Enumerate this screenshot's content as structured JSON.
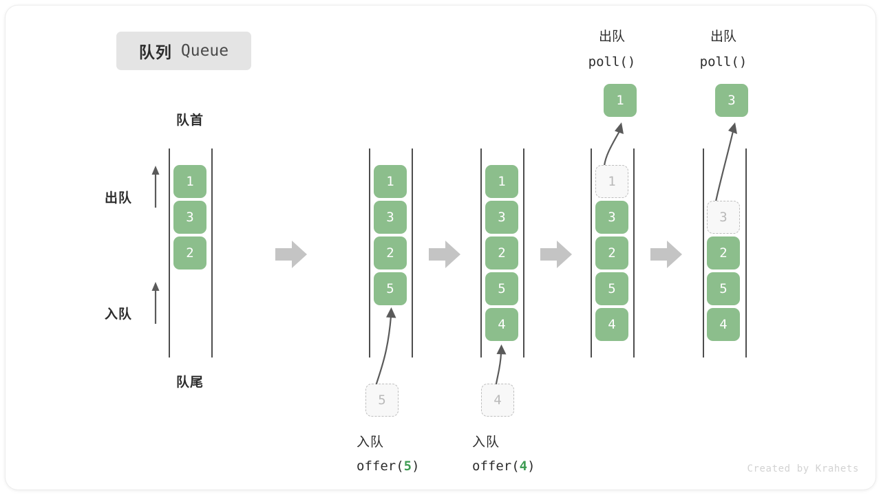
{
  "title": {
    "cn": "队列",
    "en": "Queue"
  },
  "labels": {
    "head": "队首",
    "tail": "队尾",
    "dequeue": "出队",
    "enqueue": "入队"
  },
  "colors": {
    "cell_fill": "#8cbe8c",
    "cell_text": "#ffffff",
    "ghost_border": "#bdbdbd",
    "ghost_text": "#b9b9b9",
    "rail": "#4d4d4d",
    "arrow_gray": "#c4c4c4",
    "accent_green": "#3f9c54",
    "badge_bg": "#e4e4e4",
    "text": "#2c2c2c"
  },
  "columns": [
    {
      "id": "initial",
      "cells": [
        "1",
        "3",
        "2"
      ],
      "ghost": null,
      "caption": null,
      "output": null
    },
    {
      "id": "after-offer-5",
      "cells": [
        "1",
        "3",
        "2",
        "5"
      ],
      "ghost": {
        "value": "5",
        "position": "bottom"
      },
      "caption": {
        "cn": "入队",
        "fn": "offer(",
        "arg": "5",
        "close": ")"
      },
      "output": null
    },
    {
      "id": "after-offer-4",
      "cells": [
        "1",
        "3",
        "2",
        "5",
        "4"
      ],
      "ghost": {
        "value": "4",
        "position": "bottom"
      },
      "caption": {
        "cn": "入队",
        "fn": "offer(",
        "arg": "4",
        "close": ")"
      },
      "output": null
    },
    {
      "id": "after-poll-1",
      "cells": [
        "3",
        "2",
        "5",
        "4"
      ],
      "ghost": {
        "value": "1",
        "position": "top"
      },
      "caption": null,
      "output": {
        "cn": "出队",
        "fn": "poll()",
        "value": "1"
      }
    },
    {
      "id": "after-poll-3",
      "cells": [
        "2",
        "5",
        "4"
      ],
      "ghost": {
        "value": "3",
        "position": "top"
      },
      "caption": null,
      "output": {
        "cn": "出队",
        "fn": "poll()",
        "value": "3"
      }
    }
  ],
  "flow_arrows": 4,
  "watermark": "Created by Krahets",
  "chart_data": {
    "type": "diagram",
    "title": "队列 Queue",
    "operations": [
      "offer(5)",
      "offer(4)",
      "poll()",
      "poll()"
    ],
    "states": [
      [
        "1",
        "3",
        "2"
      ],
      [
        "1",
        "3",
        "2",
        "5"
      ],
      [
        "1",
        "3",
        "2",
        "5",
        "4"
      ],
      [
        "3",
        "2",
        "5",
        "4"
      ],
      [
        "2",
        "5",
        "4"
      ]
    ],
    "returned": [
      "1",
      "3"
    ]
  }
}
